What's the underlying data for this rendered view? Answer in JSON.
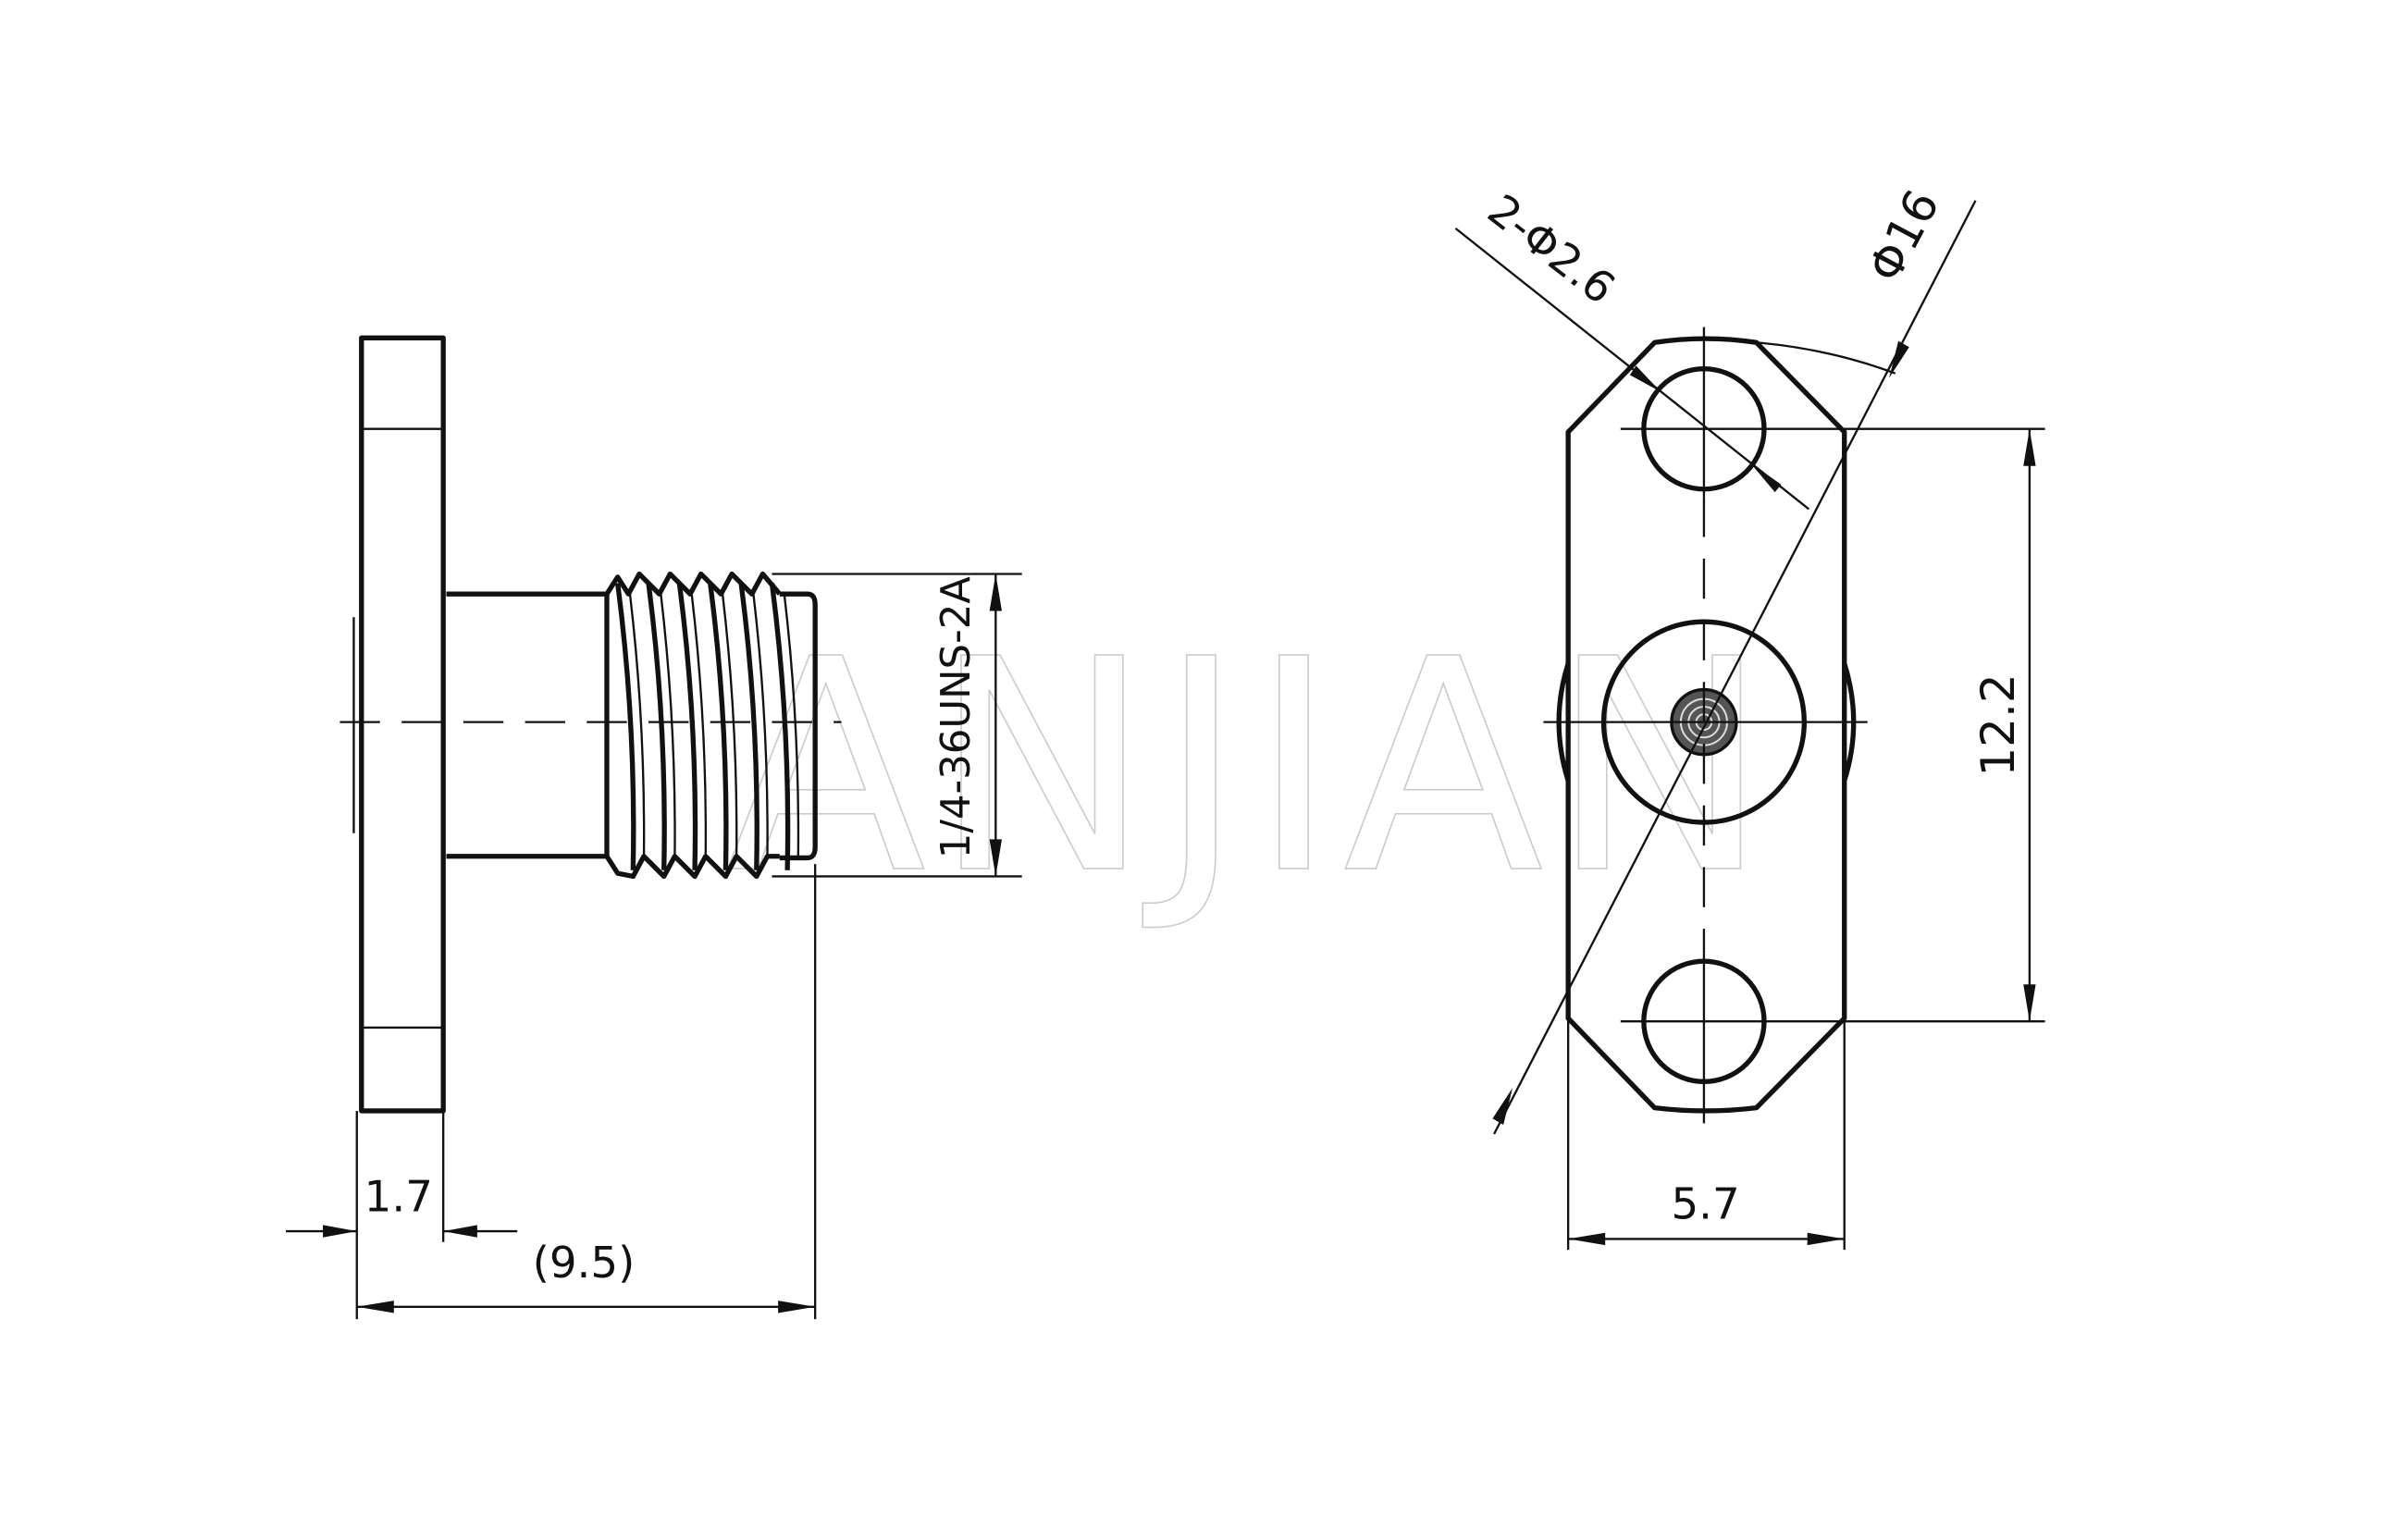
{
  "watermark": "ANJIAN",
  "side_view": {
    "thread_label": "1/4-36UNS-2A",
    "flange_thickness": "1.7",
    "overall_length": "(9.5)"
  },
  "front_view": {
    "hole_callout": "2-Φ2.6",
    "flange_diameter": "Φ16",
    "hole_spacing": "12.2",
    "flange_width": "5.7"
  }
}
